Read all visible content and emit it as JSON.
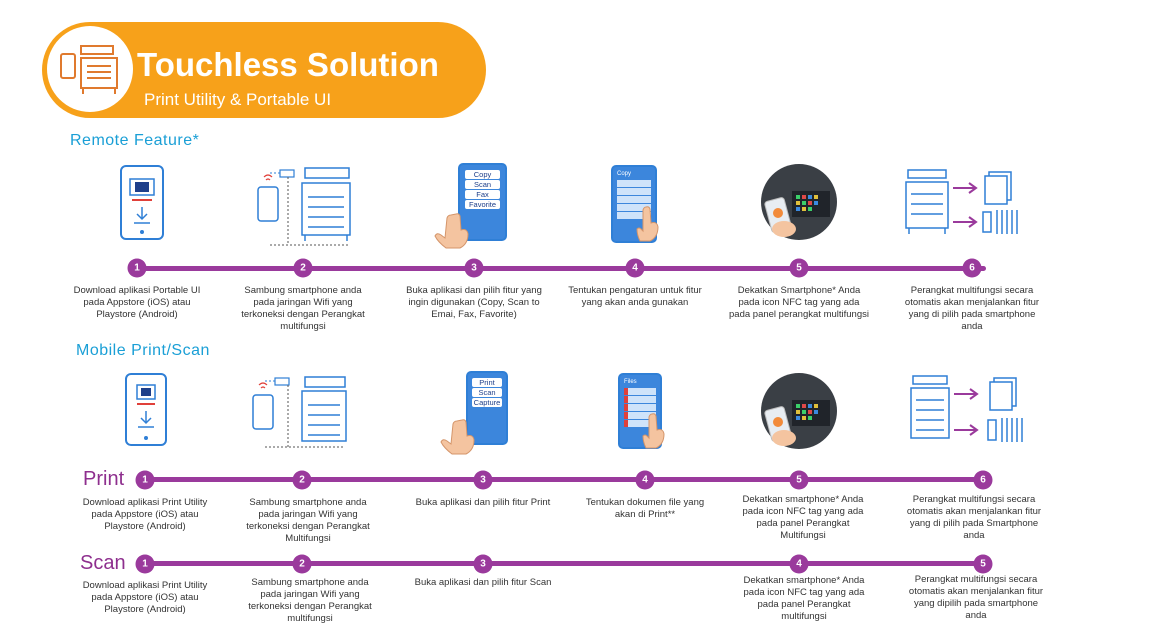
{
  "header": {
    "title": "Touchless Solution",
    "subtitle": "Print Utility & Portable UI"
  },
  "sections": {
    "remote": "Remote Feature*",
    "mobile": "Mobile Print/Scan"
  },
  "row_labels": {
    "print": "Print",
    "scan": "Scan"
  },
  "remote_steps": [
    {
      "num": "1",
      "caption": "Download aplikasi Portable UI pada Appstore (iOS) atau Playstore (Android)"
    },
    {
      "num": "2",
      "caption": "Sambung smartphone anda pada jaringan Wifi yang terkoneksi dengan Perangkat multifungsi"
    },
    {
      "num": "3",
      "caption": "Buka aplikasi dan pilih fitur yang ingin digunakan (Copy, Scan to Emai, Fax, Favorite)"
    },
    {
      "num": "4",
      "caption": "Tentukan pengaturan untuk fitur yang akan anda gunakan"
    },
    {
      "num": "5",
      "caption": "Dekatkan Smartphone* Anda pada icon NFC tag yang ada pada panel perangkat multifungsi"
    },
    {
      "num": "6",
      "caption": "Perangkat multifungsi secara otomatis akan menjalankan fitur yang di pilih pada smartphone anda"
    }
  ],
  "print_steps": [
    {
      "num": "1",
      "caption": "Download aplikasi Print Utility pada Appstore (iOS) atau Playstore (Android)"
    },
    {
      "num": "2",
      "caption": "Sambung smartphone anda pada jaringan Wifi yang terkoneksi dengan Perangkat Multifungsi"
    },
    {
      "num": "3",
      "caption": "Buka aplikasi dan pilih fitur Print"
    },
    {
      "num": "4",
      "caption": "Tentukan dokumen file yang akan di Print**"
    },
    {
      "num": "5",
      "caption": "Dekatkan smartphone* Anda pada icon NFC tag yang ada pada panel Perangkat Multifungsi"
    },
    {
      "num": "6",
      "caption": "Perangkat multifungsi secara otomatis akan menjalankan fitur yang di pilih pada Smartphone anda"
    }
  ],
  "scan_steps": [
    {
      "num": "1",
      "caption": "Download aplikasi Print Utility pada Appstore (iOS) atau Playstore (Android)"
    },
    {
      "num": "2",
      "caption": "Sambung smartphone anda pada jaringan Wifi yang terkoneksi dengan Perangkat multifungsi"
    },
    {
      "num": "3",
      "caption": "Buka aplikasi dan pilih fitur Scan"
    },
    {
      "num": "4",
      "caption": "Dekatkan smartphone* Anda pada icon NFC tag yang ada pada panel Perangkat multifungsi"
    },
    {
      "num": "5",
      "caption": "Perangkat multifungsi secara otomatis akan menjalankan fitur yang dipilih pada smartphone anda"
    }
  ],
  "app_menus": {
    "remote_features": [
      "Copy",
      "Scan",
      "Fax",
      "Favorite"
    ],
    "remote_settings_title": "Copy",
    "mobile_features": [
      "Print",
      "Scan",
      "Capture"
    ],
    "files_title": "Files"
  },
  "colors": {
    "accent_orange": "#f7a11a",
    "timeline_purple": "#9a3a9c",
    "section_blue": "#1a9fd6",
    "icon_blue": "#2f7fd6"
  }
}
